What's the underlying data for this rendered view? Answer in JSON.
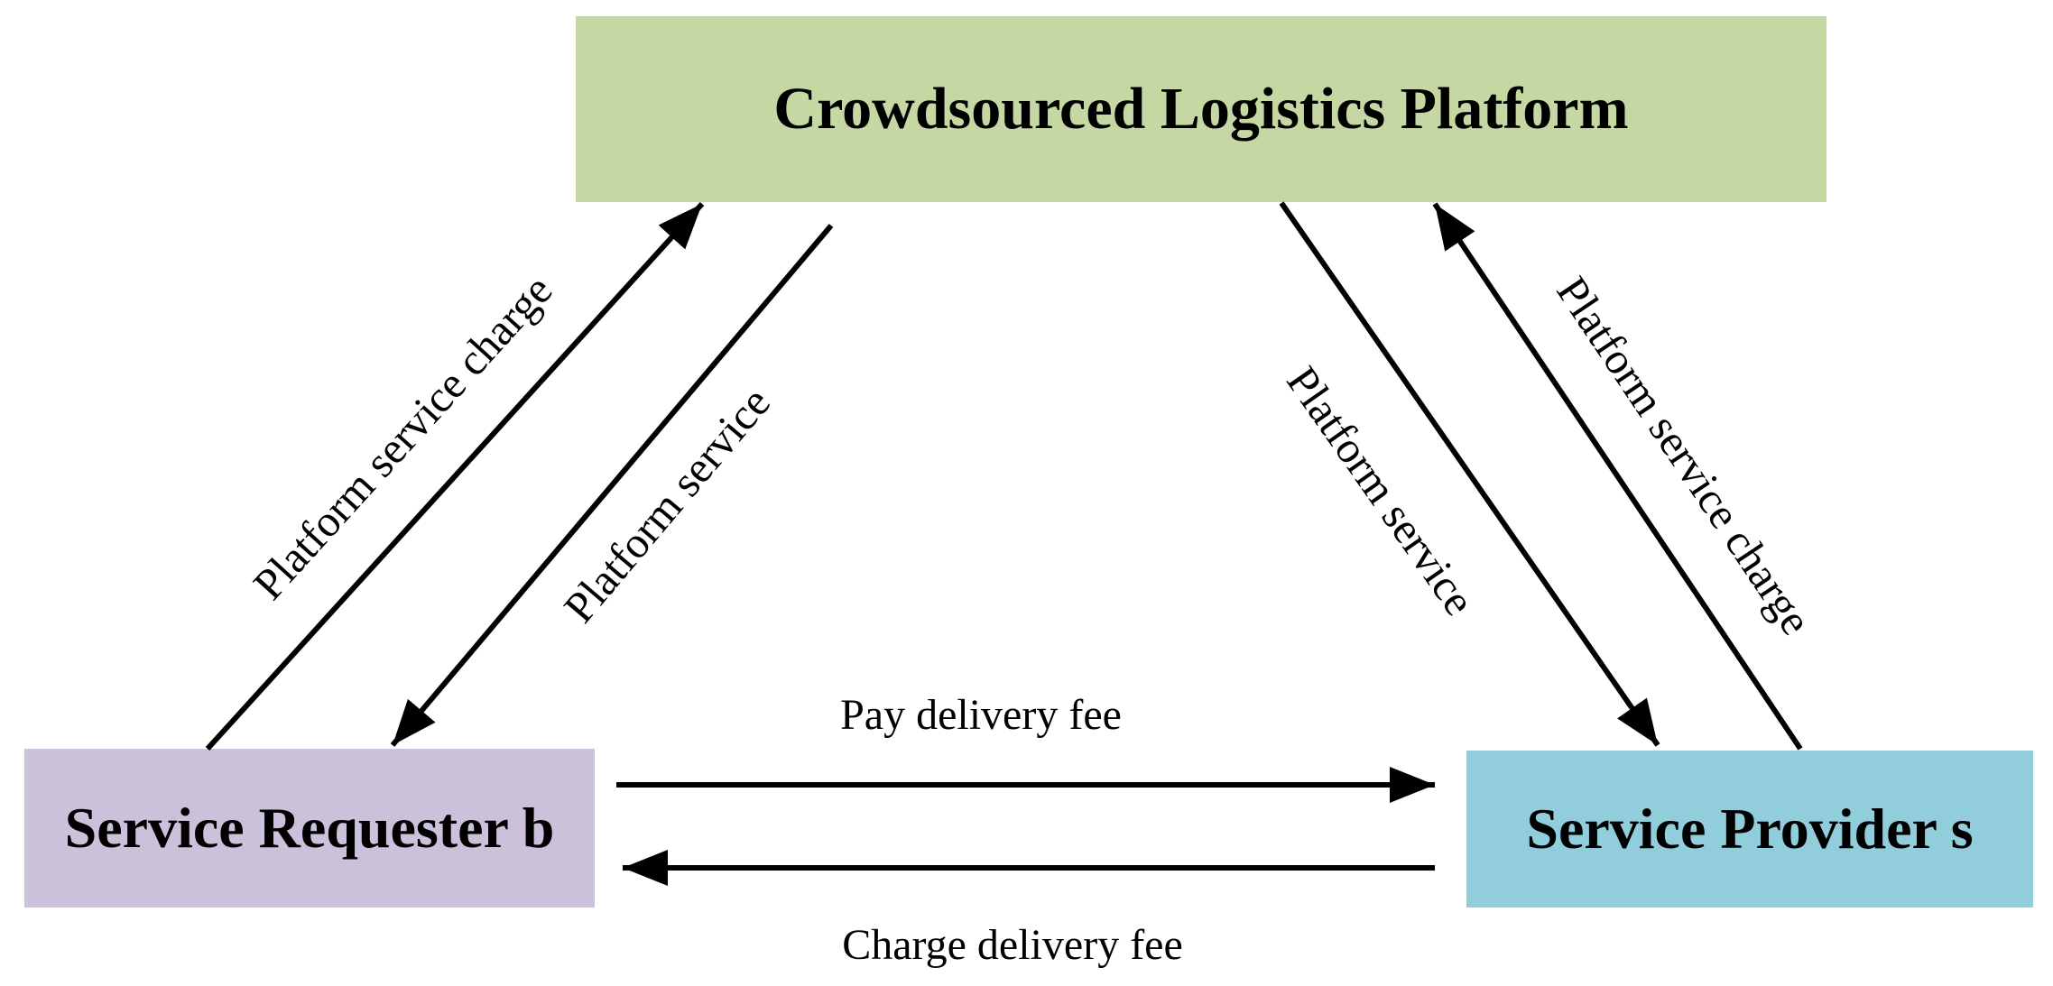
{
  "nodes": {
    "platform": {
      "label": "Crowdsourced Logistics Platform",
      "color": "#c5d8a4"
    },
    "requester": {
      "label": "Service Requester b",
      "color": "#ccc1da"
    },
    "provider": {
      "label": "Service Provider s",
      "color": "#92cddc"
    }
  },
  "edges": {
    "requester_to_platform": "Platform service charge",
    "platform_to_requester": "Platform service",
    "platform_to_provider": "Platform service",
    "provider_to_platform": "Platform service charge",
    "requester_to_provider": "Pay delivery fee",
    "provider_to_requester": "Charge delivery fee"
  },
  "colors": {
    "line": "#000000"
  }
}
